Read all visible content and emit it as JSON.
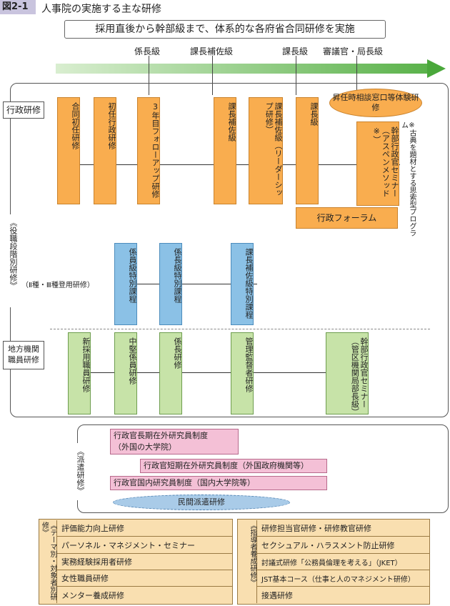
{
  "figure": {
    "label": "図2-1",
    "title": "人事院の実施する主な研修"
  },
  "banner": "採用直後から幹部級まで、体系的な各府省合同研修を実施",
  "grades": [
    "係長級",
    "課長補佐級",
    "課長級",
    "審議官・局長級"
  ],
  "left_labels": {
    "gyosei": "行政研修",
    "yakushoku": "《役職段階別研修》",
    "shu": "（Ⅱ種・Ⅲ種登用研修）",
    "chiho": "地方機関職員研修",
    "haken": "《派遣研修》",
    "theme": "《テーマ別・対象者別研修》",
    "shido": "《指導者養成研修》"
  },
  "note": "※古典を題材とする思索型プログラム",
  "gyosei_boxes": [
    "合同初任研修",
    "初任行政研修",
    "3年目フォローアップ研修",
    "課長補佐級",
    "課長補佐級（リーダーシップ研修）",
    "課長級",
    "幹部行政官セミナー（アスペンメソッド※）"
  ],
  "oval_top": "昇任時相談窓口等体験研修",
  "forum": "行政フォーラム",
  "ii_boxes": [
    "係員級特別課程",
    "係長級特別課程",
    "課長補佐級特別課程"
  ],
  "chiho_boxes": [
    "新採用職員研修",
    "中堅係員研修",
    "係長研修",
    "管理監督者研修",
    "幹部行政官セミナー（管区機関局部長級）"
  ],
  "haken_items": [
    "行政官長期在外研究員制度",
    "（外国の大学院）",
    "行政官短期在外研究員制度（外国政府機関等）",
    "行政官国内研究員制度（国内大学院等）",
    "民間派遣研修"
  ],
  "theme_items": [
    "評価能力向上研修",
    "パーソネル・マネジメント・セミナー",
    "実務経験採用者研修",
    "女性職員研修",
    "メンター養成研修"
  ],
  "shido_items": [
    "研修担当官研修・研修教官研修",
    "セクシュアル・ハラスメント防止研修",
    "討議式研修「公務員倫理を考える」（JKET）",
    "JST基本コース（仕事と人のマネジメント研修）",
    "接遇研修"
  ]
}
